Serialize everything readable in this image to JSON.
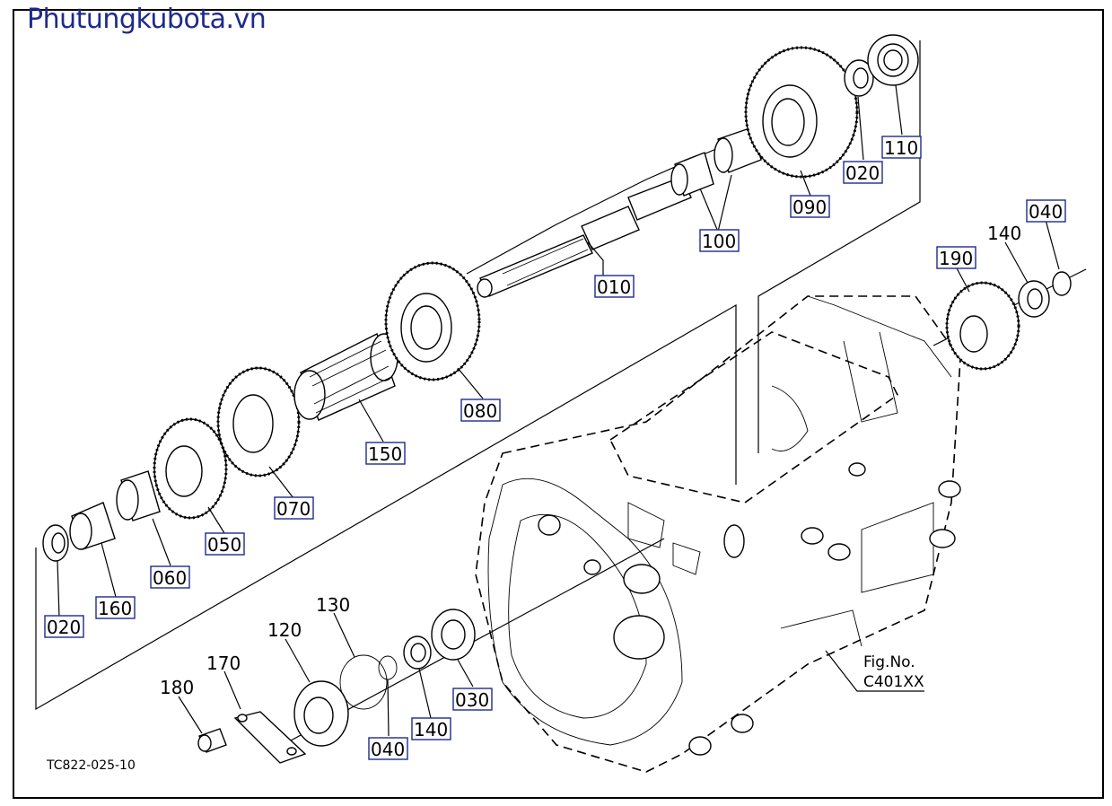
{
  "site": {
    "brand": "Phutungkubota.vn",
    "brand_color": "#1e2a8c"
  },
  "drawing": {
    "code": "TC822-025-10",
    "fig_label": "Fig.No.",
    "fig_number": "C401XX"
  },
  "callouts": [
    {
      "id": "010",
      "text": "010"
    },
    {
      "id": "020a",
      "text": "020"
    },
    {
      "id": "020b",
      "text": "020"
    },
    {
      "id": "030",
      "text": "030"
    },
    {
      "id": "040a",
      "text": "040"
    },
    {
      "id": "040b",
      "text": "040"
    },
    {
      "id": "050",
      "text": "050"
    },
    {
      "id": "060",
      "text": "060"
    },
    {
      "id": "070",
      "text": "070"
    },
    {
      "id": "080",
      "text": "080"
    },
    {
      "id": "090",
      "text": "090"
    },
    {
      "id": "100",
      "text": "100"
    },
    {
      "id": "110",
      "text": "110"
    },
    {
      "id": "120",
      "text": "120"
    },
    {
      "id": "130",
      "text": "130"
    },
    {
      "id": "140a",
      "text": "140"
    },
    {
      "id": "140b",
      "text": "140"
    },
    {
      "id": "150",
      "text": "150"
    },
    {
      "id": "160",
      "text": "160"
    },
    {
      "id": "170",
      "text": "170"
    },
    {
      "id": "180",
      "text": "180"
    },
    {
      "id": "190",
      "text": "190"
    }
  ]
}
